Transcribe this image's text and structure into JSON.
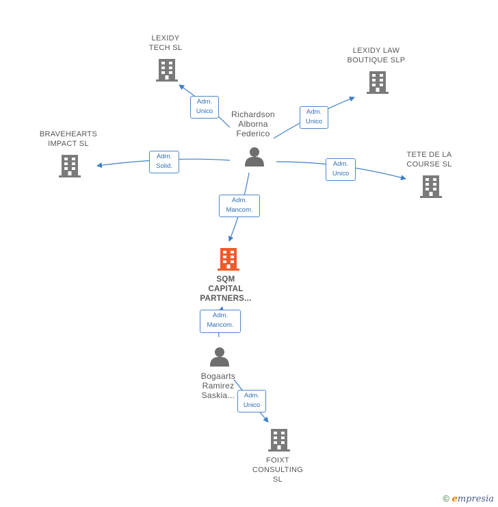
{
  "nodes": {
    "lexidy_tech": {
      "label": "LEXIDY\nTECH  SL",
      "type": "company"
    },
    "lexidy_law": {
      "label": "LEXIDY LAW\nBOUTIQUE  SLP",
      "type": "company"
    },
    "bravehearts": {
      "label": "BRAVEHEARTS\nIMPACT  SL",
      "type": "company"
    },
    "tete": {
      "label": "TETE DE LA\nCOURSE  SL",
      "type": "company"
    },
    "richardson": {
      "label": "Richardson\nAlborna\nFederico",
      "type": "person"
    },
    "sqm": {
      "label": "SQM\nCAPITAL\nPARTNERS...",
      "type": "company-main"
    },
    "bogaarts": {
      "label": "Bogaarts\nRamirez\nSaskia...",
      "type": "person"
    },
    "foixt": {
      "label": "FOIXT\nCONSULTING\nSL",
      "type": "company"
    }
  },
  "edges": {
    "e1": {
      "label": "Adm.\nUnico"
    },
    "e2": {
      "label": "Adm.\nUnico"
    },
    "e3": {
      "label": "Adm.\nSolid."
    },
    "e4": {
      "label": "Adm.\nUnico"
    },
    "e5": {
      "label": "Adm.\nMancom."
    },
    "e6": {
      "label": "Adm.\nMancom."
    },
    "e7": {
      "label": "Adm.\nUnico"
    }
  },
  "colors": {
    "edge": "#3d7fc8",
    "company": "#7a7a7a",
    "main_company": "#f05a28",
    "person": "#6e6e6e"
  },
  "footer": {
    "copyright": "©",
    "brand_e": "e",
    "brand_rest": "mpresia"
  }
}
